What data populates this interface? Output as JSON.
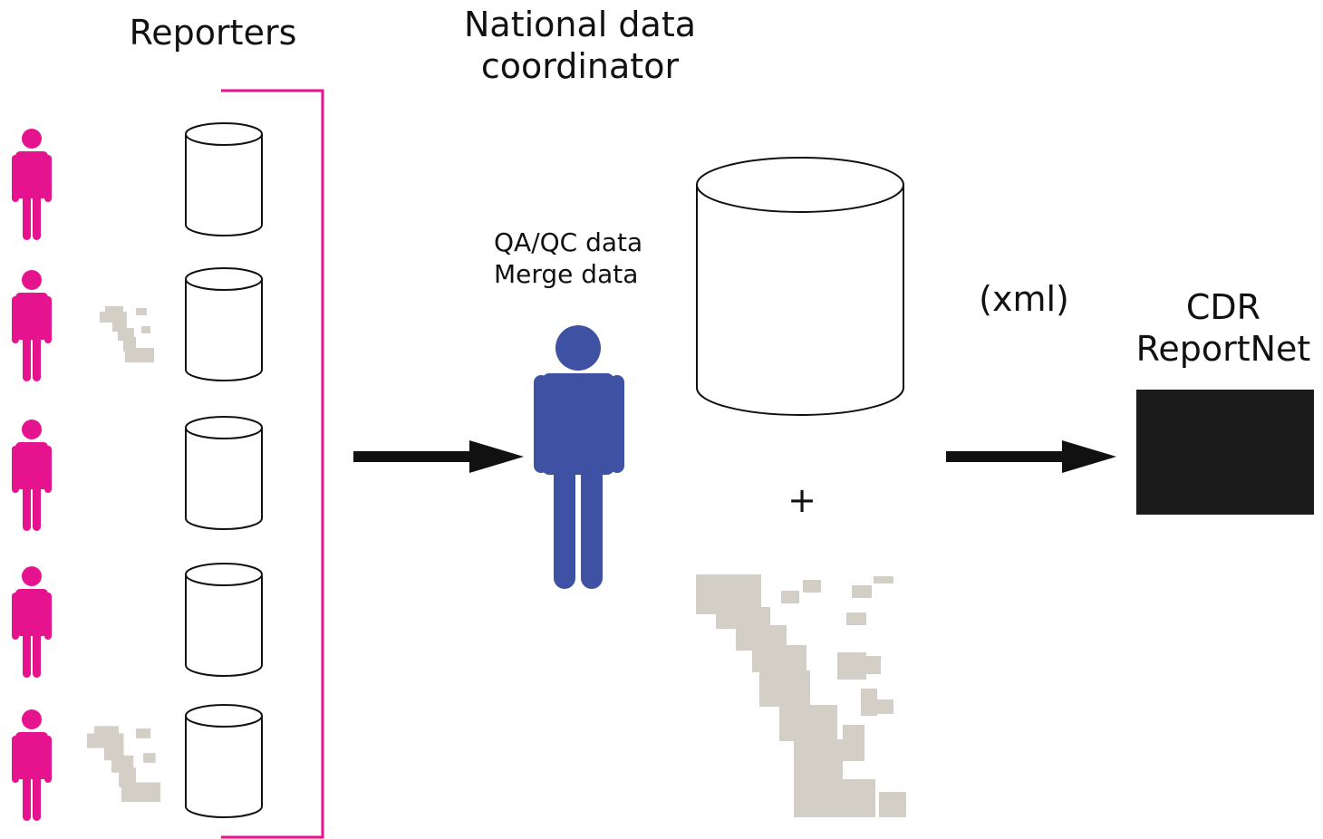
{
  "labels": {
    "reporters": "Reporters",
    "coordinator_line1": "National data",
    "coordinator_line2": "coordinator",
    "qa_line1": "QA/QC data",
    "qa_line2": "Merge data",
    "xml": "(xml)",
    "cdr_line1": "CDR",
    "cdr_line2": "ReportNet",
    "plus": "+"
  },
  "colors": {
    "reporter": "#e6138f",
    "coordinator": "#3f51a3",
    "bracket": "#e6138f",
    "map": "#d3cfc6",
    "arrow": "#111111",
    "reportnet_box": "#1b1b1b",
    "database_stroke": "#111111"
  },
  "icons": {
    "reporter": "person-icon",
    "coordinator": "person-icon",
    "database": "database-cylinder-icon",
    "map": "map-fragment-icon",
    "arrow": "arrow-right-icon"
  },
  "reporters": [
    {
      "has_map": false
    },
    {
      "has_map": true
    },
    {
      "has_map": false
    },
    {
      "has_map": false
    },
    {
      "has_map": true
    }
  ]
}
